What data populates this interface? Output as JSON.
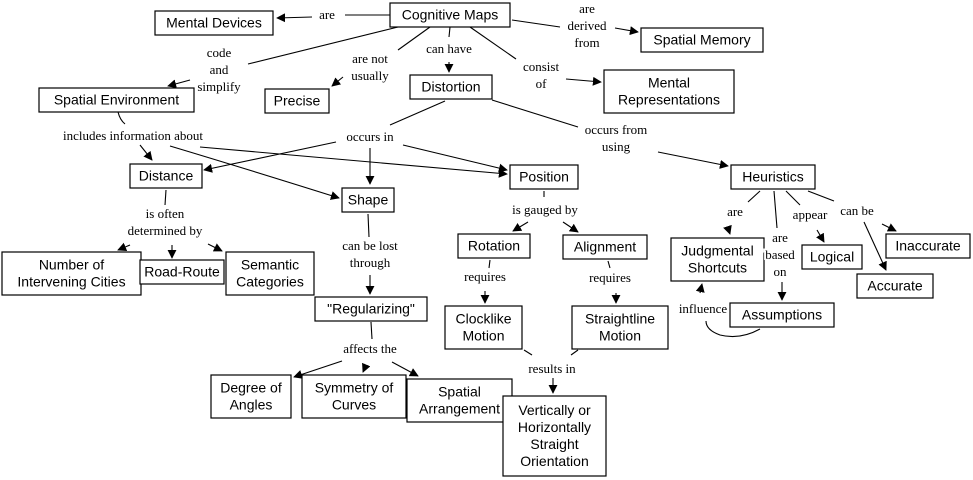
{
  "diagram": {
    "type": "concept-map",
    "nodes": [
      {
        "id": "cognitive_maps",
        "lines": [
          "Cognitive Maps"
        ]
      },
      {
        "id": "mental_devices",
        "lines": [
          "Mental Devices"
        ]
      },
      {
        "id": "spatial_memory",
        "lines": [
          "Spatial Memory"
        ]
      },
      {
        "id": "spatial_environment",
        "lines": [
          "Spatial Environment"
        ]
      },
      {
        "id": "precise",
        "lines": [
          "Precise"
        ]
      },
      {
        "id": "distortion",
        "lines": [
          "Distortion"
        ]
      },
      {
        "id": "mental_representations",
        "lines": [
          "Mental",
          "Representations"
        ]
      },
      {
        "id": "distance",
        "lines": [
          "Distance"
        ]
      },
      {
        "id": "shape",
        "lines": [
          "Shape"
        ]
      },
      {
        "id": "position",
        "lines": [
          "Position"
        ]
      },
      {
        "id": "heuristics",
        "lines": [
          "Heuristics"
        ]
      },
      {
        "id": "number_of_intervening_cities",
        "lines": [
          "Number of",
          "Intervening Cities"
        ]
      },
      {
        "id": "road_route",
        "lines": [
          "Road-Route"
        ]
      },
      {
        "id": "semantic_categories",
        "lines": [
          "Semantic",
          "Categories"
        ]
      },
      {
        "id": "regularizing",
        "lines": [
          "\"Regularizing\""
        ]
      },
      {
        "id": "rotation",
        "lines": [
          "Rotation"
        ]
      },
      {
        "id": "alignment",
        "lines": [
          "Alignment"
        ]
      },
      {
        "id": "clocklike_motion",
        "lines": [
          "Clocklike",
          "Motion"
        ]
      },
      {
        "id": "straightline_motion",
        "lines": [
          "Straightline",
          "Motion"
        ]
      },
      {
        "id": "judgmental_shortcuts",
        "lines": [
          "Judgmental",
          "Shortcuts"
        ]
      },
      {
        "id": "logical",
        "lines": [
          "Logical"
        ]
      },
      {
        "id": "inaccurate",
        "lines": [
          "Inaccurate"
        ]
      },
      {
        "id": "accurate",
        "lines": [
          "Accurate"
        ]
      },
      {
        "id": "assumptions",
        "lines": [
          "Assumptions"
        ]
      },
      {
        "id": "degree_of_angles",
        "lines": [
          "Degree of",
          "Angles"
        ]
      },
      {
        "id": "symmetry_of_curves",
        "lines": [
          "Symmetry of",
          "Curves"
        ]
      },
      {
        "id": "spatial_arrangement",
        "lines": [
          "Spatial",
          "Arrangement"
        ]
      },
      {
        "id": "vertically_horizontally",
        "lines": [
          "Vertically or",
          "Horizontally",
          "Straight",
          "Orientation"
        ]
      }
    ],
    "links": [
      {
        "id": "are",
        "lines": [
          "are"
        ],
        "from": "cognitive_maps",
        "to": [
          "mental_devices"
        ]
      },
      {
        "id": "derived_from",
        "lines": [
          "are",
          "derived",
          "from"
        ],
        "from": "cognitive_maps",
        "to": [
          "spatial_memory"
        ]
      },
      {
        "id": "code_simplify",
        "lines": [
          "code",
          "and",
          "simplify"
        ],
        "from": "cognitive_maps",
        "to": [
          "spatial_environment"
        ]
      },
      {
        "id": "not_usually",
        "lines": [
          "are not",
          "usually"
        ],
        "from": "cognitive_maps",
        "to": [
          "precise"
        ]
      },
      {
        "id": "can_have",
        "lines": [
          "can have"
        ],
        "from": "cognitive_maps",
        "to": [
          "distortion"
        ]
      },
      {
        "id": "consist_of",
        "lines": [
          "consist",
          "of"
        ],
        "from": "cognitive_maps",
        "to": [
          "mental_representations"
        ]
      },
      {
        "id": "includes_info",
        "lines": [
          "includes information about"
        ],
        "from": "spatial_environment",
        "to": [
          "distance",
          "shape",
          "position"
        ]
      },
      {
        "id": "occurs_in",
        "lines": [
          "occurs in"
        ],
        "from": "distortion",
        "to": [
          "distance",
          "shape",
          "position"
        ]
      },
      {
        "id": "occurs_from_using",
        "lines": [
          "occurs from",
          "using"
        ],
        "from": "distortion",
        "to": [
          "heuristics"
        ]
      },
      {
        "id": "determined_by",
        "lines": [
          "is often",
          "determined by"
        ],
        "from": "distance",
        "to": [
          "number_of_intervening_cities",
          "road_route",
          "semantic_categories"
        ]
      },
      {
        "id": "lost_through",
        "lines": [
          "can be lost",
          "through"
        ],
        "from": "shape",
        "to": [
          "regularizing"
        ]
      },
      {
        "id": "gauged_by",
        "lines": [
          "is gauged by"
        ],
        "from": "position",
        "to": [
          "rotation",
          "alignment"
        ]
      },
      {
        "id": "requires_rot",
        "lines": [
          "requires"
        ],
        "from": "rotation",
        "to": [
          "clocklike_motion"
        ]
      },
      {
        "id": "requires_align",
        "lines": [
          "requires"
        ],
        "from": "alignment",
        "to": [
          "straightline_motion"
        ]
      },
      {
        "id": "affects_the",
        "lines": [
          "affects the"
        ],
        "from": "regularizing",
        "to": [
          "degree_of_angles",
          "symmetry_of_curves",
          "spatial_arrangement"
        ]
      },
      {
        "id": "results_in",
        "lines": [
          "results in"
        ],
        "from": "clocklike_motion",
        "to": [
          "vertically_horizontally"
        ]
      },
      {
        "id": "heur_are",
        "lines": [
          "are"
        ],
        "from": "heuristics",
        "to": [
          "judgmental_shortcuts"
        ]
      },
      {
        "id": "based_on",
        "lines": [
          "are",
          "based",
          "on"
        ],
        "from": "heuristics",
        "to": [
          "assumptions"
        ]
      },
      {
        "id": "appear",
        "lines": [
          "appear"
        ],
        "from": "heuristics",
        "to": [
          "logical"
        ]
      },
      {
        "id": "can_be",
        "lines": [
          "can be"
        ],
        "from": "heuristics",
        "to": [
          "inaccurate",
          "accurate"
        ]
      },
      {
        "id": "influence",
        "lines": [
          "influence"
        ],
        "from": "assumptions",
        "to": [
          "judgmental_shortcuts"
        ]
      }
    ]
  }
}
